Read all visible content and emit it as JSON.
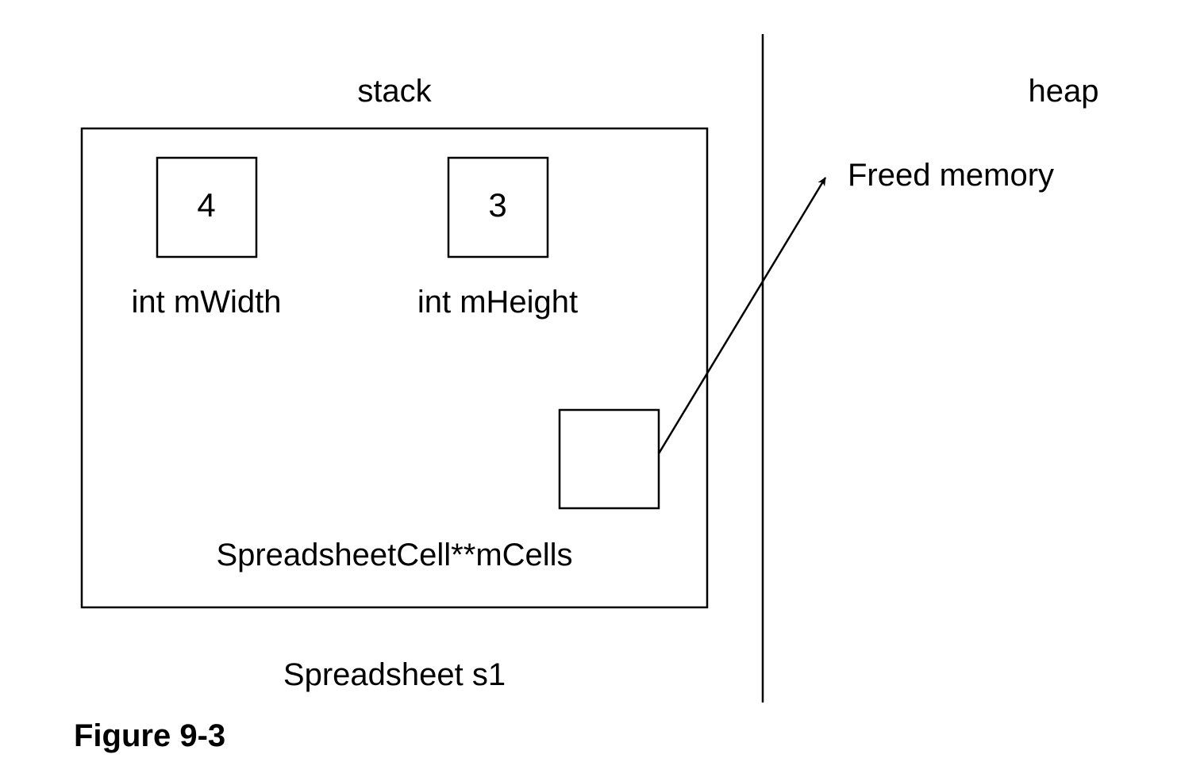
{
  "stack": {
    "label": "stack",
    "object_label": "Spreadsheet s1",
    "fields": {
      "width": {
        "value": "4",
        "label": "int mWidth"
      },
      "height": {
        "value": "3",
        "label": "int mHeight"
      },
      "cells": {
        "value": "",
        "label": "SpreadsheetCell**mCells"
      }
    }
  },
  "heap": {
    "label": "heap",
    "target_label": "Freed memory"
  },
  "caption": "Figure 9-3"
}
